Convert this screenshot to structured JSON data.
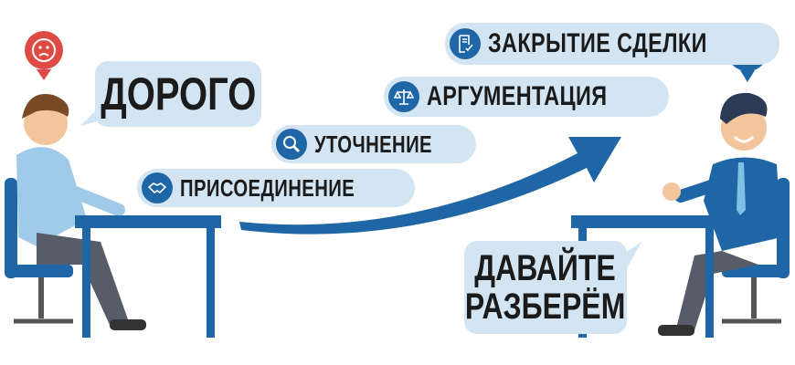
{
  "left_speech": "ДОРОГО",
  "right_speech": {
    "line1": "ДАВАЙТЕ",
    "line2": "РАЗБЕРЁМ"
  },
  "steps": [
    {
      "label": "ПРИСОЕДИНЕНИЕ",
      "icon": "handshake-icon"
    },
    {
      "label": "УТОЧНЕНИЕ",
      "icon": "magnifier-icon"
    },
    {
      "label": "АРГУМЕНТАЦИЯ",
      "icon": "scales-icon"
    },
    {
      "label": "ЗАКРЫТИЕ СДЕЛКИ",
      "icon": "contract-icon"
    }
  ],
  "colors": {
    "accent": "#1f66a6",
    "bubble": "#d3e5f2",
    "sad": "#e04a44"
  }
}
